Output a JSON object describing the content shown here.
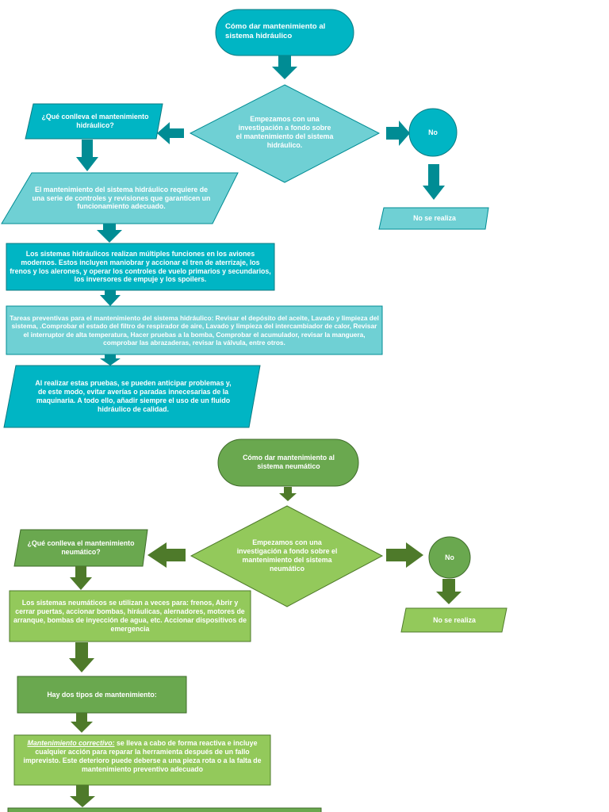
{
  "hydraulic": {
    "title": "Cómo dar mantenimiento al sistema hidráulico",
    "decision": "Empezamos con una investigación a fondo sobre el mantenimiento del sistema hidráulico.",
    "question": "¿Qué conlleva el mantenimiento hidráulico?",
    "no_label": "No",
    "no_result": "No se realiza",
    "step1": "El mantenimiento del sistema hidráulico requiere de una serie de controles y revisiones que garanticen un funcionamiento adecuado.",
    "step2": "Los sistemas hidráulicos realizan múltiples funciones en los aviones modernos. Estos incluyen maniobrar y accionar el tren de aterrizaje, los frenos y los alerones, y operar los controles de vuelo primarios y secundarios, los inversores de empuje y los spoilers.",
    "step3": "Tareas preventivas para el mantenimiento del sistema hidráulico: Revisar el depósito del aceite, Lavado y limpieza del sistema, .Comprobar el estado del filtro de respirador de aire, Lavado y limpieza del intercambiador de calor, Revisar el interruptor de alta temperatura, Hacer pruebas a la bomba, Comprobar el acumulador, revisar la manguera, comprobar las abrazaderas, revisar la válvula, entre otros.",
    "step4": "Al realizar estas pruebas, se pueden anticipar problemas y, de este modo, evitar averías o paradas innecesarias de la maquinaria. A todo ello, añadir siempre el uso de un fluido hidráulico de calidad."
  },
  "pneumatic": {
    "title": "Cómo dar mantenimiento al sistema neumático",
    "decision": "Empezamos con una investigación a fondo sobre el mantenimiento del sistema neumático",
    "question": "¿Qué conlleva el mantenimiento neumático?",
    "no_label": "No",
    "no_result": "No se realiza",
    "step1": "Los sistemas neumáticos se utilizan a veces para: frenos, Abrir y cerrar puertas, accionar bombas, hiráulicas, alernadores, motores de arranque, bombas de inyección de agua, etc. Accionar dispositivos de emergencia",
    "step2": "Hay dos tipos de mantenimiento:",
    "step3_term": "Mantenimiento correctivo:",
    "step3": " se lleva a cabo de forma reactiva e incluye cualquier acción para reparar la herramienta después de un fallo imprevisto. Este deterioro puede deberse a una pieza rota o a la falta de mantenimiento preventivo adecuado"
  },
  "colors": {
    "teal_dark": "#00b5c4",
    "teal_light": "#6fd0d4",
    "teal_arrow": "#008c94",
    "green_dark": "#6aa84f",
    "green_light": "#93c95b",
    "green_arrow": "#4e7a2a"
  }
}
